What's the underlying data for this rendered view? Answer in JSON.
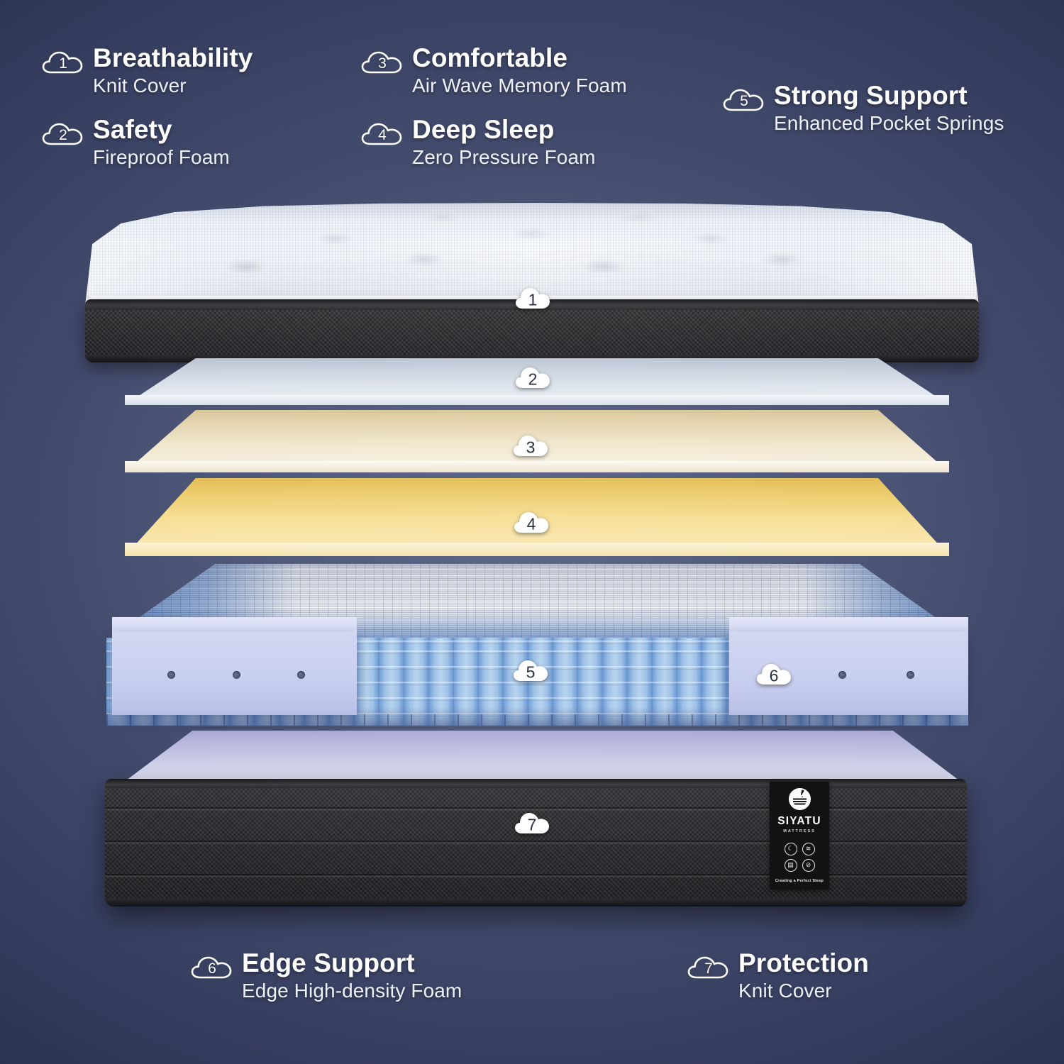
{
  "theme": {
    "background_top": "#2e3554",
    "background_mid": "#565f82",
    "accent_spring": "#8cb4e2",
    "accent_edge_foam": "#c9cfef",
    "accent_memory_foam": "#f6dd93",
    "cover_dark": "#2e2e32"
  },
  "callouts": [
    {
      "number": "1",
      "title": "Breathability",
      "subtitle": "Knit Cover",
      "icon": "cloud-number-icon"
    },
    {
      "number": "2",
      "title": "Safety",
      "subtitle": "Fireproof Foam",
      "icon": "cloud-number-icon"
    },
    {
      "number": "3",
      "title": "Comfortable",
      "subtitle": "Air Wave Memory Foam",
      "icon": "cloud-number-icon"
    },
    {
      "number": "4",
      "title": "Deep Sleep",
      "subtitle": "Zero Pressure Foam",
      "icon": "cloud-number-icon"
    },
    {
      "number": "5",
      "title": "Strong Support",
      "subtitle": "Enhanced Pocket Springs",
      "icon": "cloud-number-icon"
    },
    {
      "number": "6",
      "title": "Edge Support",
      "subtitle": "Edge High-density Foam",
      "icon": "cloud-number-icon"
    },
    {
      "number": "7",
      "title": "Protection",
      "subtitle": "Knit Cover",
      "icon": "cloud-number-icon"
    }
  ],
  "layer_badges": [
    {
      "number": "1",
      "layer": "knit-cover-top"
    },
    {
      "number": "2",
      "layer": "fireproof-foam"
    },
    {
      "number": "3",
      "layer": "air-wave-memory-foam"
    },
    {
      "number": "4",
      "layer": "zero-pressure-foam"
    },
    {
      "number": "5",
      "layer": "pocket-springs"
    },
    {
      "number": "6",
      "layer": "edge-high-density-foam"
    },
    {
      "number": "7",
      "layer": "knit-cover-base"
    }
  ],
  "brand": {
    "name": "SIYATU",
    "category": "MATTRESS",
    "tagline": "Creating a Perfect Sleep",
    "logo": "wave-circle-logo",
    "feature_icons": [
      "sleep-moon-icon",
      "pressure-relief-icon",
      "layers-icon",
      "no-noise-icon"
    ]
  }
}
